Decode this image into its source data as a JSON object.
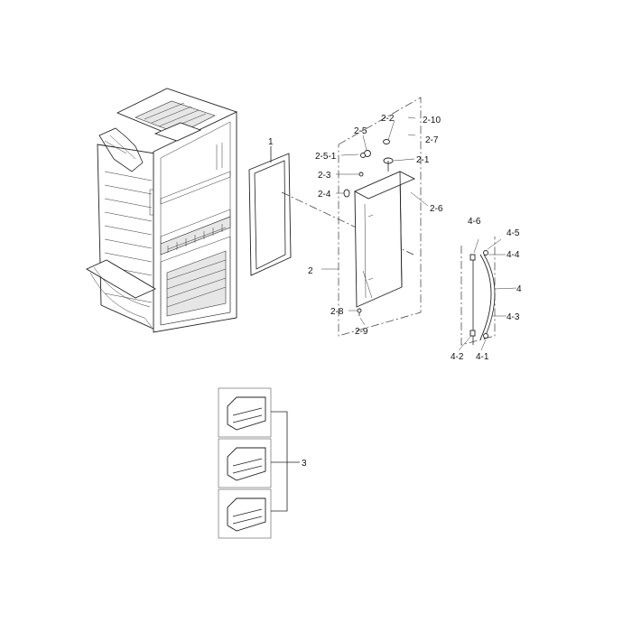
{
  "labels": [
    {
      "id": "1",
      "text": "1"
    },
    {
      "id": "2",
      "text": "2"
    },
    {
      "id": "2-1",
      "text": "2-1"
    },
    {
      "id": "2-2",
      "text": "2-2"
    },
    {
      "id": "2-3",
      "text": "2-3"
    },
    {
      "id": "2-4",
      "text": "2-4"
    },
    {
      "id": "2-5",
      "text": "2-5"
    },
    {
      "id": "2-5-1",
      "text": "2-5-1"
    },
    {
      "id": "2-6",
      "text": "2-6"
    },
    {
      "id": "2-7",
      "text": "2-7"
    },
    {
      "id": "2-8",
      "text": "2-8"
    },
    {
      "id": "2-9",
      "text": "2-9"
    },
    {
      "id": "2-10",
      "text": "2-10"
    },
    {
      "id": "3",
      "text": "3"
    },
    {
      "id": "4",
      "text": "4"
    },
    {
      "id": "4-1",
      "text": "4-1"
    },
    {
      "id": "4-2",
      "text": "4-2"
    },
    {
      "id": "4-3",
      "text": "4-3"
    },
    {
      "id": "4-4",
      "text": "4-4"
    },
    {
      "id": "4-5",
      "text": "4-5"
    },
    {
      "id": "4-6",
      "text": "4-6"
    }
  ]
}
